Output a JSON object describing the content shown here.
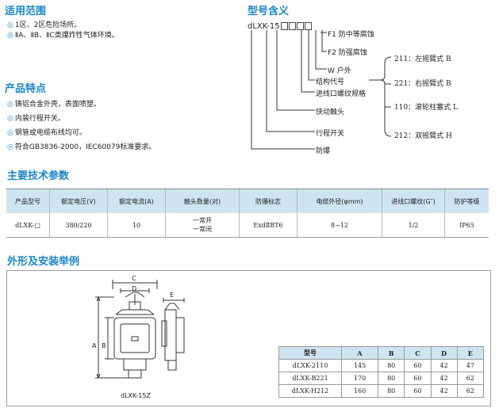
{
  "scope": {
    "title": "适用范围",
    "items": [
      "1区、2区危险场所。",
      "ⅡA、ⅡB、ⅡC类爆炸性气体环境。"
    ]
  },
  "features": {
    "title": "产品特点",
    "items": [
      "铸铝合金外壳，表面喷塑。",
      "内装行程开关。",
      "钢管或电缆布线均可。",
      "符合GB3836-2000，IEC60079标准要求。"
    ]
  },
  "model": {
    "title": "型号含义",
    "code": "dLXK-15",
    "labels": {
      "f1": "F1 防中等腐蚀",
      "f2": "F2 防强腐蚀",
      "w": "W 户外",
      "struct": "结构代号",
      "inlet": "进线口螺纹规格",
      "contact": "快动触头",
      "switch": "行程开关",
      "explosion": "防爆"
    },
    "structures": [
      "211：左摇臂式 B",
      "221：右摇臂式 B",
      "110：滚轮柱塞式 L",
      "212：双摇臂式 H"
    ]
  },
  "tech": {
    "title": "主要技术参数",
    "headers": [
      "产品型号",
      "额定电压(V)",
      "额定电流(A)",
      "触头数量(对)",
      "防爆标志",
      "电缆外径(φmm)",
      "进线口螺纹(G″)",
      "防护等级"
    ],
    "row": {
      "model": "dLXK-□",
      "voltage": "380/220",
      "current": "10",
      "contacts_1": "一常开",
      "contacts_2": "一常闭",
      "ex_mark": "ExdⅡBT6",
      "cable": "8~12",
      "thread": "1/2",
      "ip": "IP65"
    }
  },
  "install": {
    "title": "外形及安装举例",
    "drawing_label": "dLXK-15Z",
    "dim_letters": {
      "a": "A",
      "b": "B",
      "c": "C",
      "d": "D",
      "e": "E"
    },
    "dims": {
      "headers": [
        "型号",
        "A",
        "B",
        "C",
        "D",
        "E"
      ],
      "rows": [
        [
          "dLXK-2110",
          "145",
          "80",
          "60",
          "42",
          "47"
        ],
        [
          "dLXK-B221",
          "170",
          "80",
          "60",
          "42",
          "62"
        ],
        [
          "dLXK-H212",
          "160",
          "80",
          "60",
          "42",
          "62"
        ]
      ]
    }
  }
}
